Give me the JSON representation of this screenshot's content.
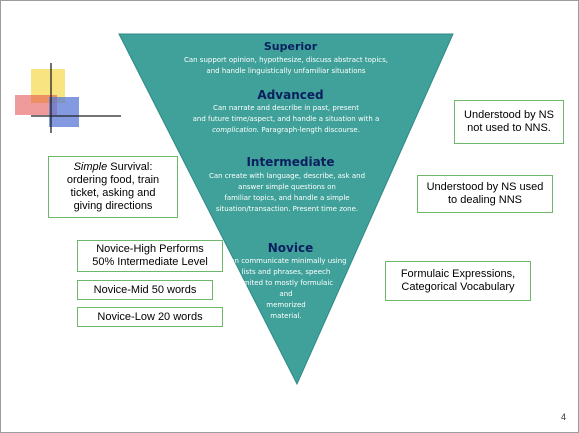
{
  "levels": {
    "superior": {
      "title": "Superior",
      "description": [
        "Can support opinion, hypothesize, discuss abstract topics,",
        "and handle linguistically unfamiliar situations"
      ]
    },
    "advanced": {
      "title": "Advanced",
      "description": [
        "Can narrate and describe in past, present",
        "and future time/aspect, and handle a situation with a",
        "complication. Paragraph-length discourse."
      ]
    },
    "intermediate": {
      "title": "Intermediate",
      "description": [
        "Can create with language, describe, ask and",
        "answer simple questions on",
        "familiar topics, and handle a  simple",
        "situation/transaction. Present time zone."
      ]
    },
    "novice": {
      "title": "Novice",
      "description": [
        "Can communicate minimally  using",
        "lists and phrases, speech",
        "limited to mostly formulaic",
        "and",
        "memorized",
        "material."
      ]
    }
  },
  "side_boxes": {
    "understood_not_used": [
      "Understood by NS",
      "not used to NNS."
    ],
    "understood_used": [
      "Understood by NS used",
      "to dealing NNS"
    ],
    "formulaic": [
      "Formulaic  Expressions,",
      "Categorical Vocabulary"
    ],
    "survival": {
      "first_word": "Simple",
      "first_rest": " Survival:",
      "lines": [
        "ordering food, train",
        "ticket, asking and",
        "giving directions"
      ]
    },
    "novice_high": [
      "Novice-High  Performs",
      "50%  Intermediate Level"
    ],
    "novice_mid": "Novice-Mid  50 words",
    "novice_low": "Novice-Low  20 words"
  },
  "page_number": "4",
  "colors": {
    "triangle": "#3fa19a",
    "triangle_edge": "#2f8a84",
    "title_text": "#0b1f5e",
    "box_border": "#6db86b",
    "deco_yellow": "#f7e16c",
    "deco_red": "#e24848",
    "deco_blue": "#5a78d6"
  }
}
